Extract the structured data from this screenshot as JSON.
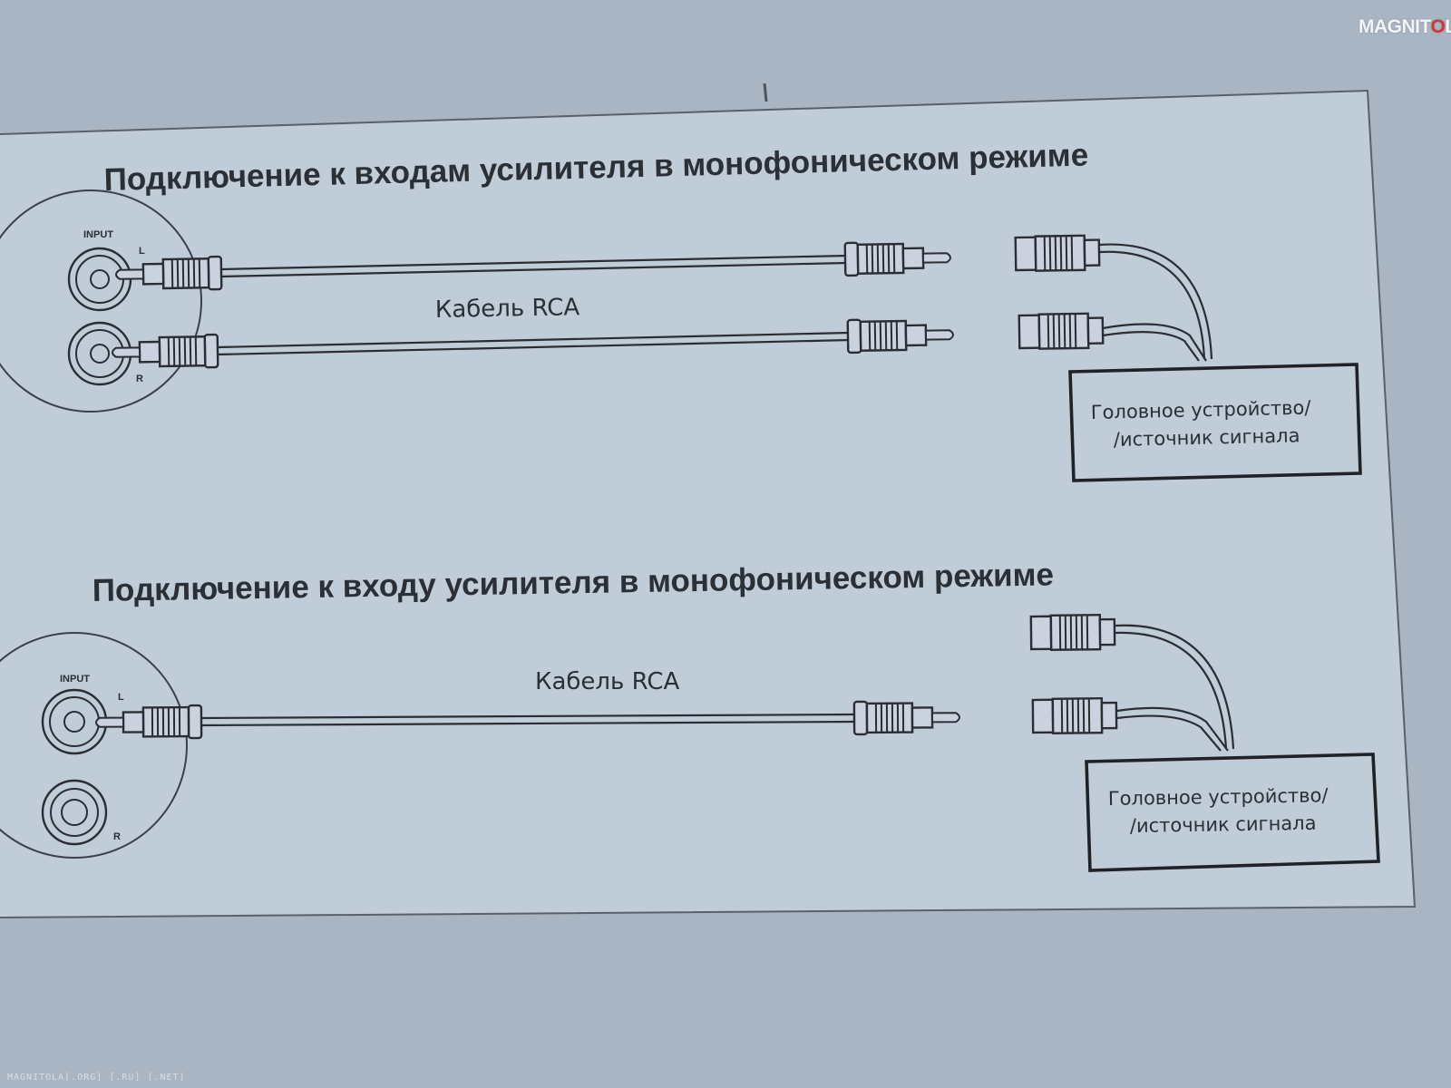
{
  "watermark": {
    "logo_text": "MAGNITOLA"
  },
  "footer_note": "MAGNITOLA[.ORG] [.RU] [.NET]",
  "diagram_top": {
    "title": "Подключение к входам усилителя в монофоническом режиме",
    "input_label": "INPUT",
    "jack_left_label": "L",
    "jack_right_label": "R",
    "cable_label": "Кабель RCA",
    "source_box_line1": "Головное устройство/",
    "source_box_line2": "/источник сигнала"
  },
  "diagram_bottom": {
    "title": "Подключение к входу усилителя в монофоническом режиме",
    "input_label": "INPUT",
    "jack_left_label": "L",
    "jack_right_label": "R",
    "cable_label": "Кабель RCA",
    "source_box_line1": "Головное устройство/",
    "source_box_line2": "/источник сигнала"
  },
  "colors": {
    "paper": "#c3cdda",
    "background": "#aab6c4",
    "ink": "#26292e"
  }
}
